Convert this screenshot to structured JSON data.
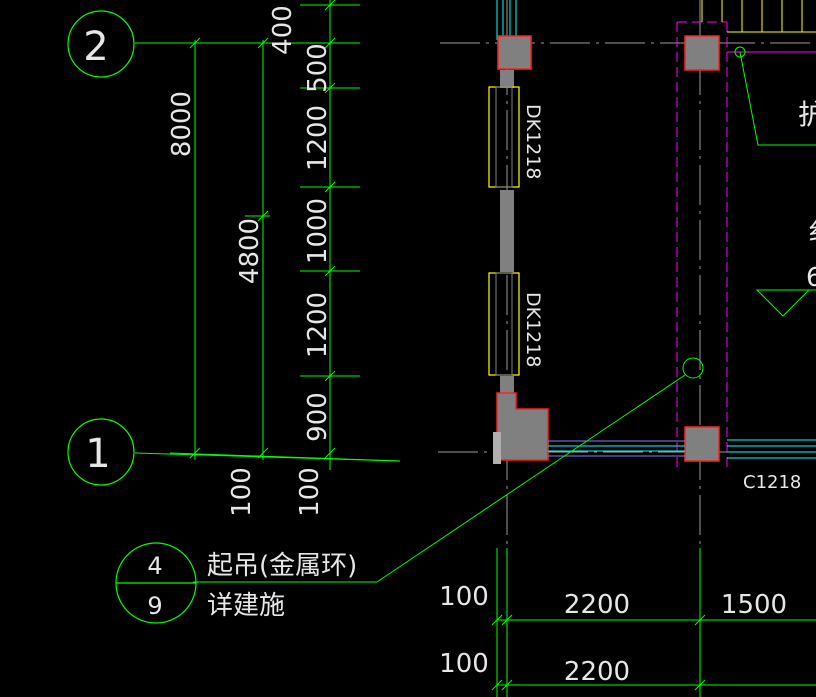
{
  "colors": {
    "background": "#000000",
    "dimension": "#00ff00",
    "axis": "#e6e6e6",
    "column_fill": "#808080",
    "column_edge": "#ff2020",
    "door_outline": "#ffff00",
    "opening_hatch": "#808080",
    "magenta": "#ff00ff",
    "cyan": "#00ffff",
    "leader": "#00ff00",
    "label_white": "#ffffff"
  },
  "axes": {
    "axis_top": "2",
    "axis_bottom": "1"
  },
  "dimensions": {
    "total": "8000",
    "segment_4800": "4800",
    "seg_400": "400",
    "seg_500": "500",
    "seg_1200_top": "1200",
    "seg_1000": "1000",
    "seg_1200_bottom": "1200",
    "seg_900": "900",
    "bottom_left_100": "100",
    "bottom_right_100": "100",
    "horiz_left_100_a": "100",
    "horiz_2200_a": "2200",
    "horiz_1500": "1500",
    "horiz_left_100_b": "100",
    "horiz_2200_b": "2200"
  },
  "openings": {
    "door_top": "DK1218",
    "door_bottom": "DK1218",
    "window": "C1218"
  },
  "callout": {
    "top_number": "4",
    "bottom_number": "9",
    "title": "起吊(金属环)",
    "subtitle": "详建施"
  },
  "partial_labels": {
    "room_label": "护",
    "right_fragment_a": "纟",
    "right_fragment_b": "6"
  }
}
